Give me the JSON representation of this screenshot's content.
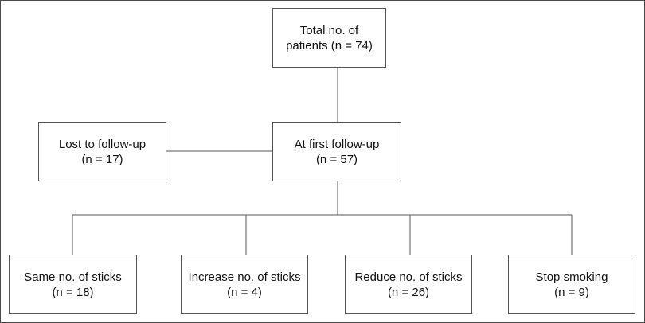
{
  "flowchart": {
    "root": {
      "line1": "Total no. of",
      "line2": "patients (n = 74)"
    },
    "lost": {
      "line1": "Lost to follow-up",
      "line2": "(n = 17)"
    },
    "first_followup": {
      "line1": "At first follow-up",
      "line2": "(n = 57)"
    },
    "outcomes": [
      {
        "line1": "Same no. of sticks",
        "line2": "(n = 18)"
      },
      {
        "line1": "Increase no. of sticks",
        "line2": "(n = 4)"
      },
      {
        "line1": "Reduce no. of sticks",
        "line2": "(n = 26)"
      },
      {
        "line1": "Stop smoking",
        "line2": "(n = 9)"
      }
    ]
  },
  "colors": {
    "line": "#555555",
    "border": "#4a4a4a",
    "text": "#111111",
    "background": "#ffffff"
  }
}
